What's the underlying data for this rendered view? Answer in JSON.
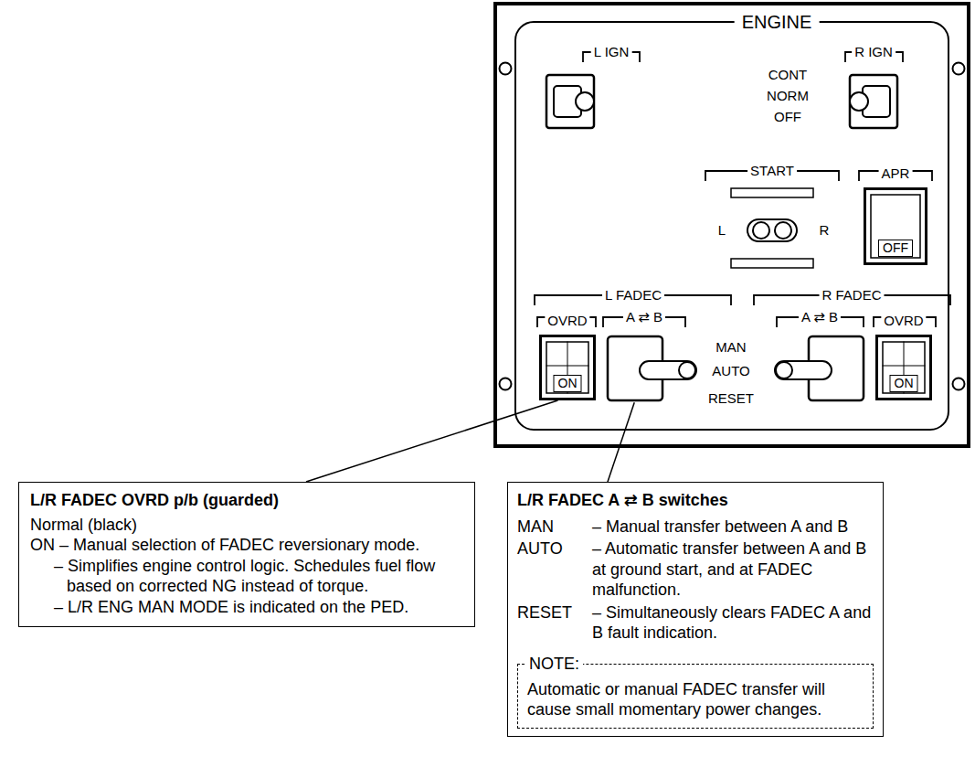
{
  "diagram": {
    "nodes": [
      {
        "text": [
          "ENGINE"
        ]
      },
      {
        "text": [
          "APR",
          "OFF"
        ],
        "in": 0
      },
      {
        "text": [
          "OVRD",
          "ON"
        ],
        "in": 0
      },
      {
        "text": [
          "OVRD",
          "ON"
        ],
        "in": 0
      },
      {
        "text": [
          "L/R FADEC OVRD p/b (guarded)",
          "Normal (black)",
          "ON – Manual selection of FADEC reversionary mode.",
          "– Simplifies engine control logic. Schedules fuel flow based on corrected NG instead of torque.",
          "– L/R ENG MAN MODE is indicated on the PED."
        ]
      },
      {
        "text": [
          "L/R FADEC A ⇄ B switches",
          "MAN",
          "– Manual transfer between A and B",
          "AUTO",
          "– Automatic transfer between A and B at ground start, and at FADEC malfunction.",
          "RESET",
          "– Simultaneously clears FADEC A and B fault indication."
        ]
      },
      {
        "text": [
          "NOTE:",
          "Automatic or manual FADEC transfer will cause small momentary power changes."
        ],
        "in": 5
      }
    ],
    "edges": [
      {
        "from": 4,
        "to": 2,
        "arrow": "none"
      }
    ],
    "labels": [
      "L IGN",
      "R IGN",
      "CONT",
      "NORM",
      "OFF",
      "START",
      "L",
      "R",
      "L FADEC",
      "R FADEC",
      "A ⇄ B",
      "A ⇄ B",
      "MAN",
      "AUTO",
      "RESET"
    ]
  }
}
